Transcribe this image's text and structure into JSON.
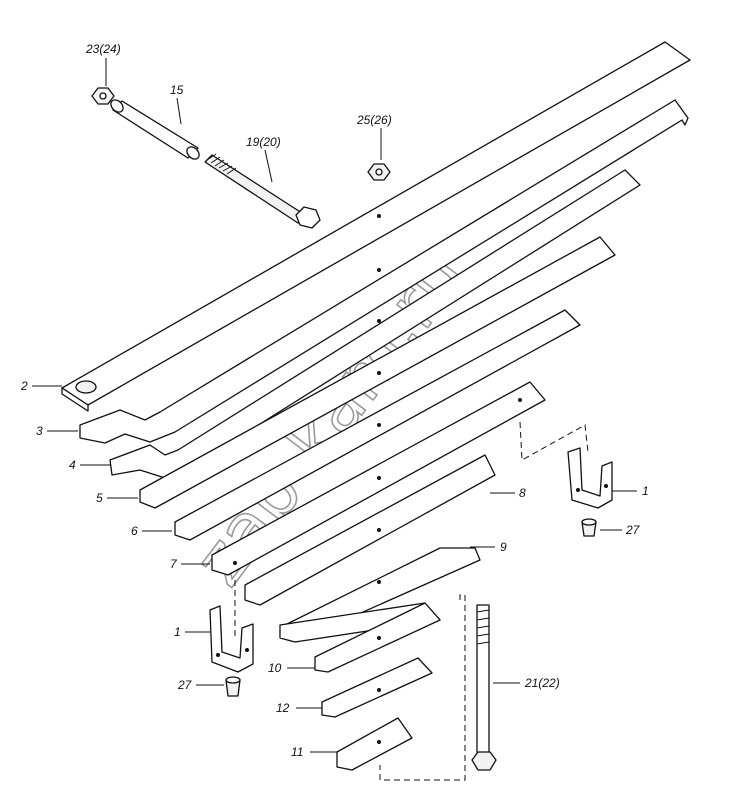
{
  "diagram": {
    "watermark": "zap-kam.ru",
    "labels": {
      "p1a": "1",
      "p1b": "1",
      "p2": "2",
      "p3": "3",
      "p4": "4",
      "p5": "5",
      "p6": "6",
      "p7": "7",
      "p8": "8",
      "p9": "9",
      "p10": "10",
      "p11": "11",
      "p12": "12",
      "p15": "15",
      "p19": "19(20)",
      "p21": "21(22)",
      "p23": "23(24)",
      "p25": "25(26)",
      "p27a": "27",
      "p27b": "27"
    }
  }
}
